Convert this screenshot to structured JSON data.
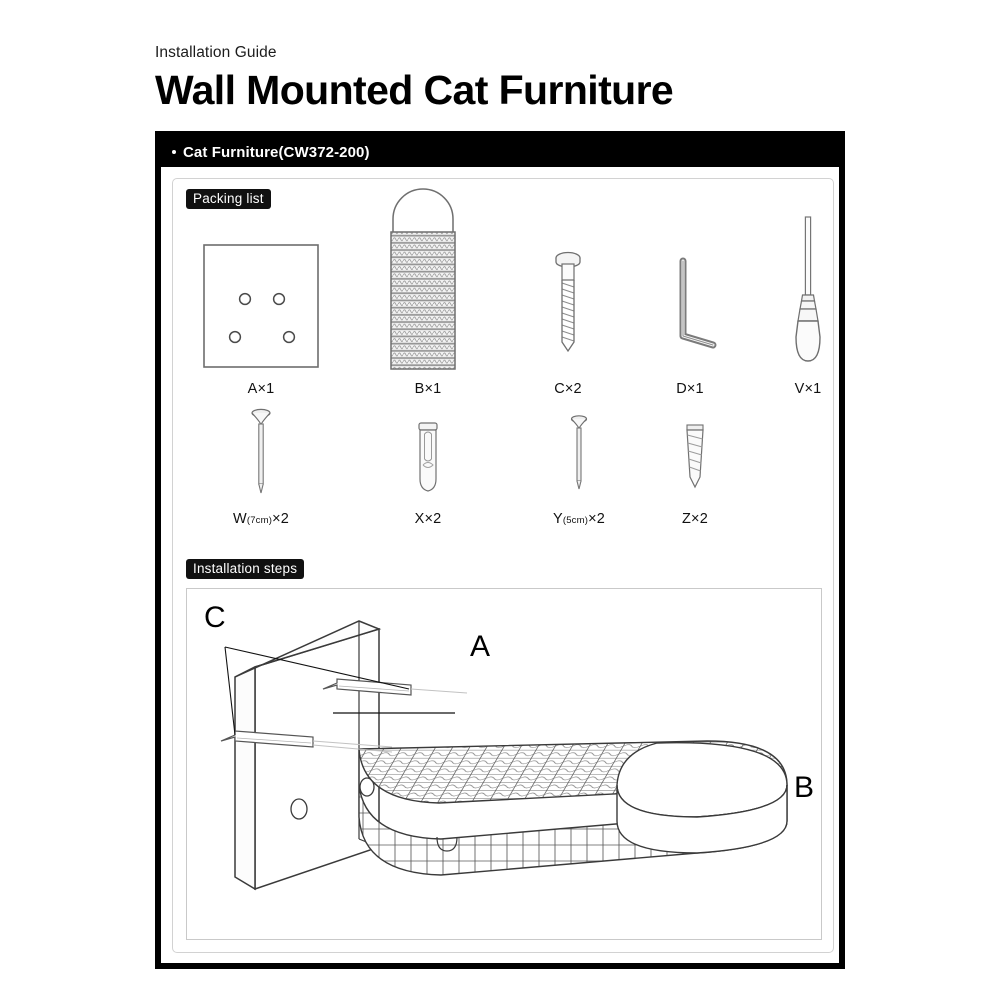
{
  "header": {
    "kicker": "Installation Guide",
    "title": "Wall Mounted Cat Furniture"
  },
  "card": {
    "title_bar": "Cat Furniture(CW372-200)"
  },
  "sections": {
    "packing_list_badge": "Packing list",
    "installation_steps_badge": "Installation steps"
  },
  "packing_list": {
    "row1": [
      {
        "id": "A",
        "label": "A×1",
        "icon": "mounting-plate-icon",
        "qty": 1
      },
      {
        "id": "B",
        "label": "B×1",
        "icon": "rope-wrapped-pad-icon",
        "qty": 1
      },
      {
        "id": "C",
        "label": "C×2",
        "icon": "screw-icon",
        "qty": 2
      },
      {
        "id": "D",
        "label": "D×1",
        "icon": "hex-key-icon",
        "qty": 1
      },
      {
        "id": "V",
        "label": "V×1",
        "icon": "screwdriver-icon",
        "qty": 1
      }
    ],
    "row2": [
      {
        "id": "W",
        "label_main": "W",
        "label_sub": "(7cm)",
        "label_tail": "×2",
        "icon": "long-screw-icon",
        "qty": 2
      },
      {
        "id": "X",
        "label": "X×2",
        "icon": "wall-anchor-icon",
        "qty": 2
      },
      {
        "id": "Y",
        "label_main": "Y",
        "label_sub": "(5cm)",
        "label_tail": "×2",
        "icon": "long-screw-icon",
        "qty": 2
      },
      {
        "id": "Z",
        "label": "Z×2",
        "icon": "self-drilling-anchor-icon",
        "qty": 2
      }
    ]
  },
  "diagram": {
    "callouts": [
      {
        "letter": "C",
        "target": "screws-into-plate"
      },
      {
        "letter": "A",
        "target": "mounting-plate"
      },
      {
        "letter": "B",
        "target": "rope-perch-end"
      }
    ]
  },
  "colors": {
    "frame": "#000000",
    "title_bar_bg": "#000000",
    "title_bar_text": "#ffffff",
    "badge_bg": "#111111",
    "badge_text": "#ffffff",
    "line_art": "#333333",
    "page_bg": "#ffffff"
  }
}
